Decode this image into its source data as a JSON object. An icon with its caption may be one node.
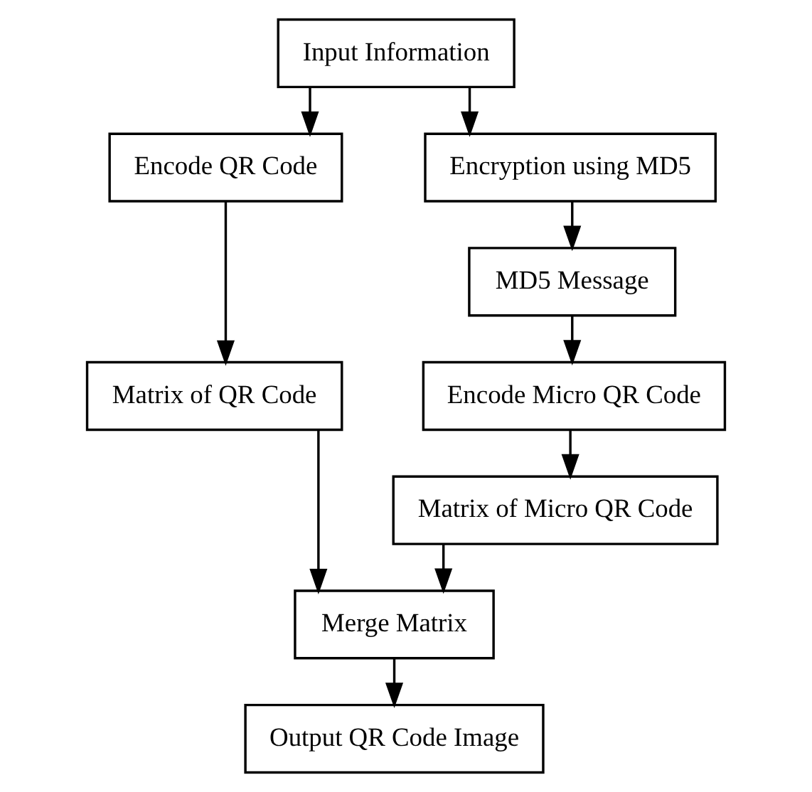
{
  "diagram": {
    "nodes": [
      {
        "text": [
          "Input Information"
        ]
      },
      {
        "text": [
          "Encode QR Code"
        ]
      },
      {
        "text": [
          "Encryption using MD5"
        ]
      },
      {
        "text": [
          "Matrix of QR Code"
        ]
      },
      {
        "text": [
          "MD5 Message"
        ]
      },
      {
        "text": [
          "Encode Micro QR Code"
        ]
      },
      {
        "text": [
          "Matrix of Micro QR Code"
        ]
      },
      {
        "text": [
          "Merge Matrix"
        ]
      },
      {
        "text": [
          "Output QR Code Image"
        ]
      }
    ],
    "edges": [
      {
        "from": 0,
        "to": 1,
        "arrow": "to"
      },
      {
        "from": 0,
        "to": 2,
        "arrow": "to"
      },
      {
        "from": 1,
        "to": 3,
        "arrow": "to"
      },
      {
        "from": 2,
        "to": 4,
        "arrow": "to"
      },
      {
        "from": 4,
        "to": 5,
        "arrow": "to"
      },
      {
        "from": 5,
        "to": 6,
        "arrow": "to"
      },
      {
        "from": 3,
        "to": 7,
        "arrow": "to"
      },
      {
        "from": 6,
        "to": 7,
        "arrow": "to"
      },
      {
        "from": 7,
        "to": 8,
        "arrow": "to"
      }
    ]
  }
}
